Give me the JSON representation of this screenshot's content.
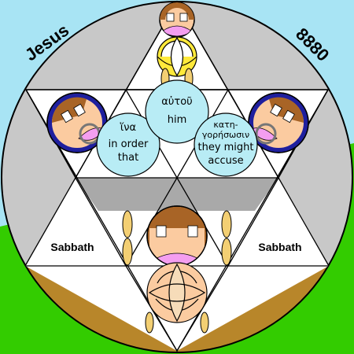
{
  "title_left": "Jesus",
  "title_right": "8880",
  "bubbles": {
    "left": {
      "greek": "ἵνα",
      "line1": "in order",
      "line2": "that"
    },
    "center": {
      "greek": "αὐτοῦ",
      "line1": "him"
    },
    "right": {
      "greek1": "κατη-",
      "greek2": "γορήσωσιν",
      "line1": "they might",
      "line2": "accuse"
    }
  },
  "side_labels": {
    "left": "Sabbath",
    "right": "Sabbath"
  },
  "colors": {
    "sky": "#a8e4f4",
    "grass": "#33cc00",
    "ground": "#b8862a",
    "disc_gray": "#c8c8c8",
    "bubble": "#b8ecf5",
    "yellow": "#ffe93b",
    "skin": "#fbcba0",
    "pink": "#f49ef0",
    "brown": "#a86426",
    "navy": "#1f1f9e",
    "gold": "#f3cf73"
  }
}
